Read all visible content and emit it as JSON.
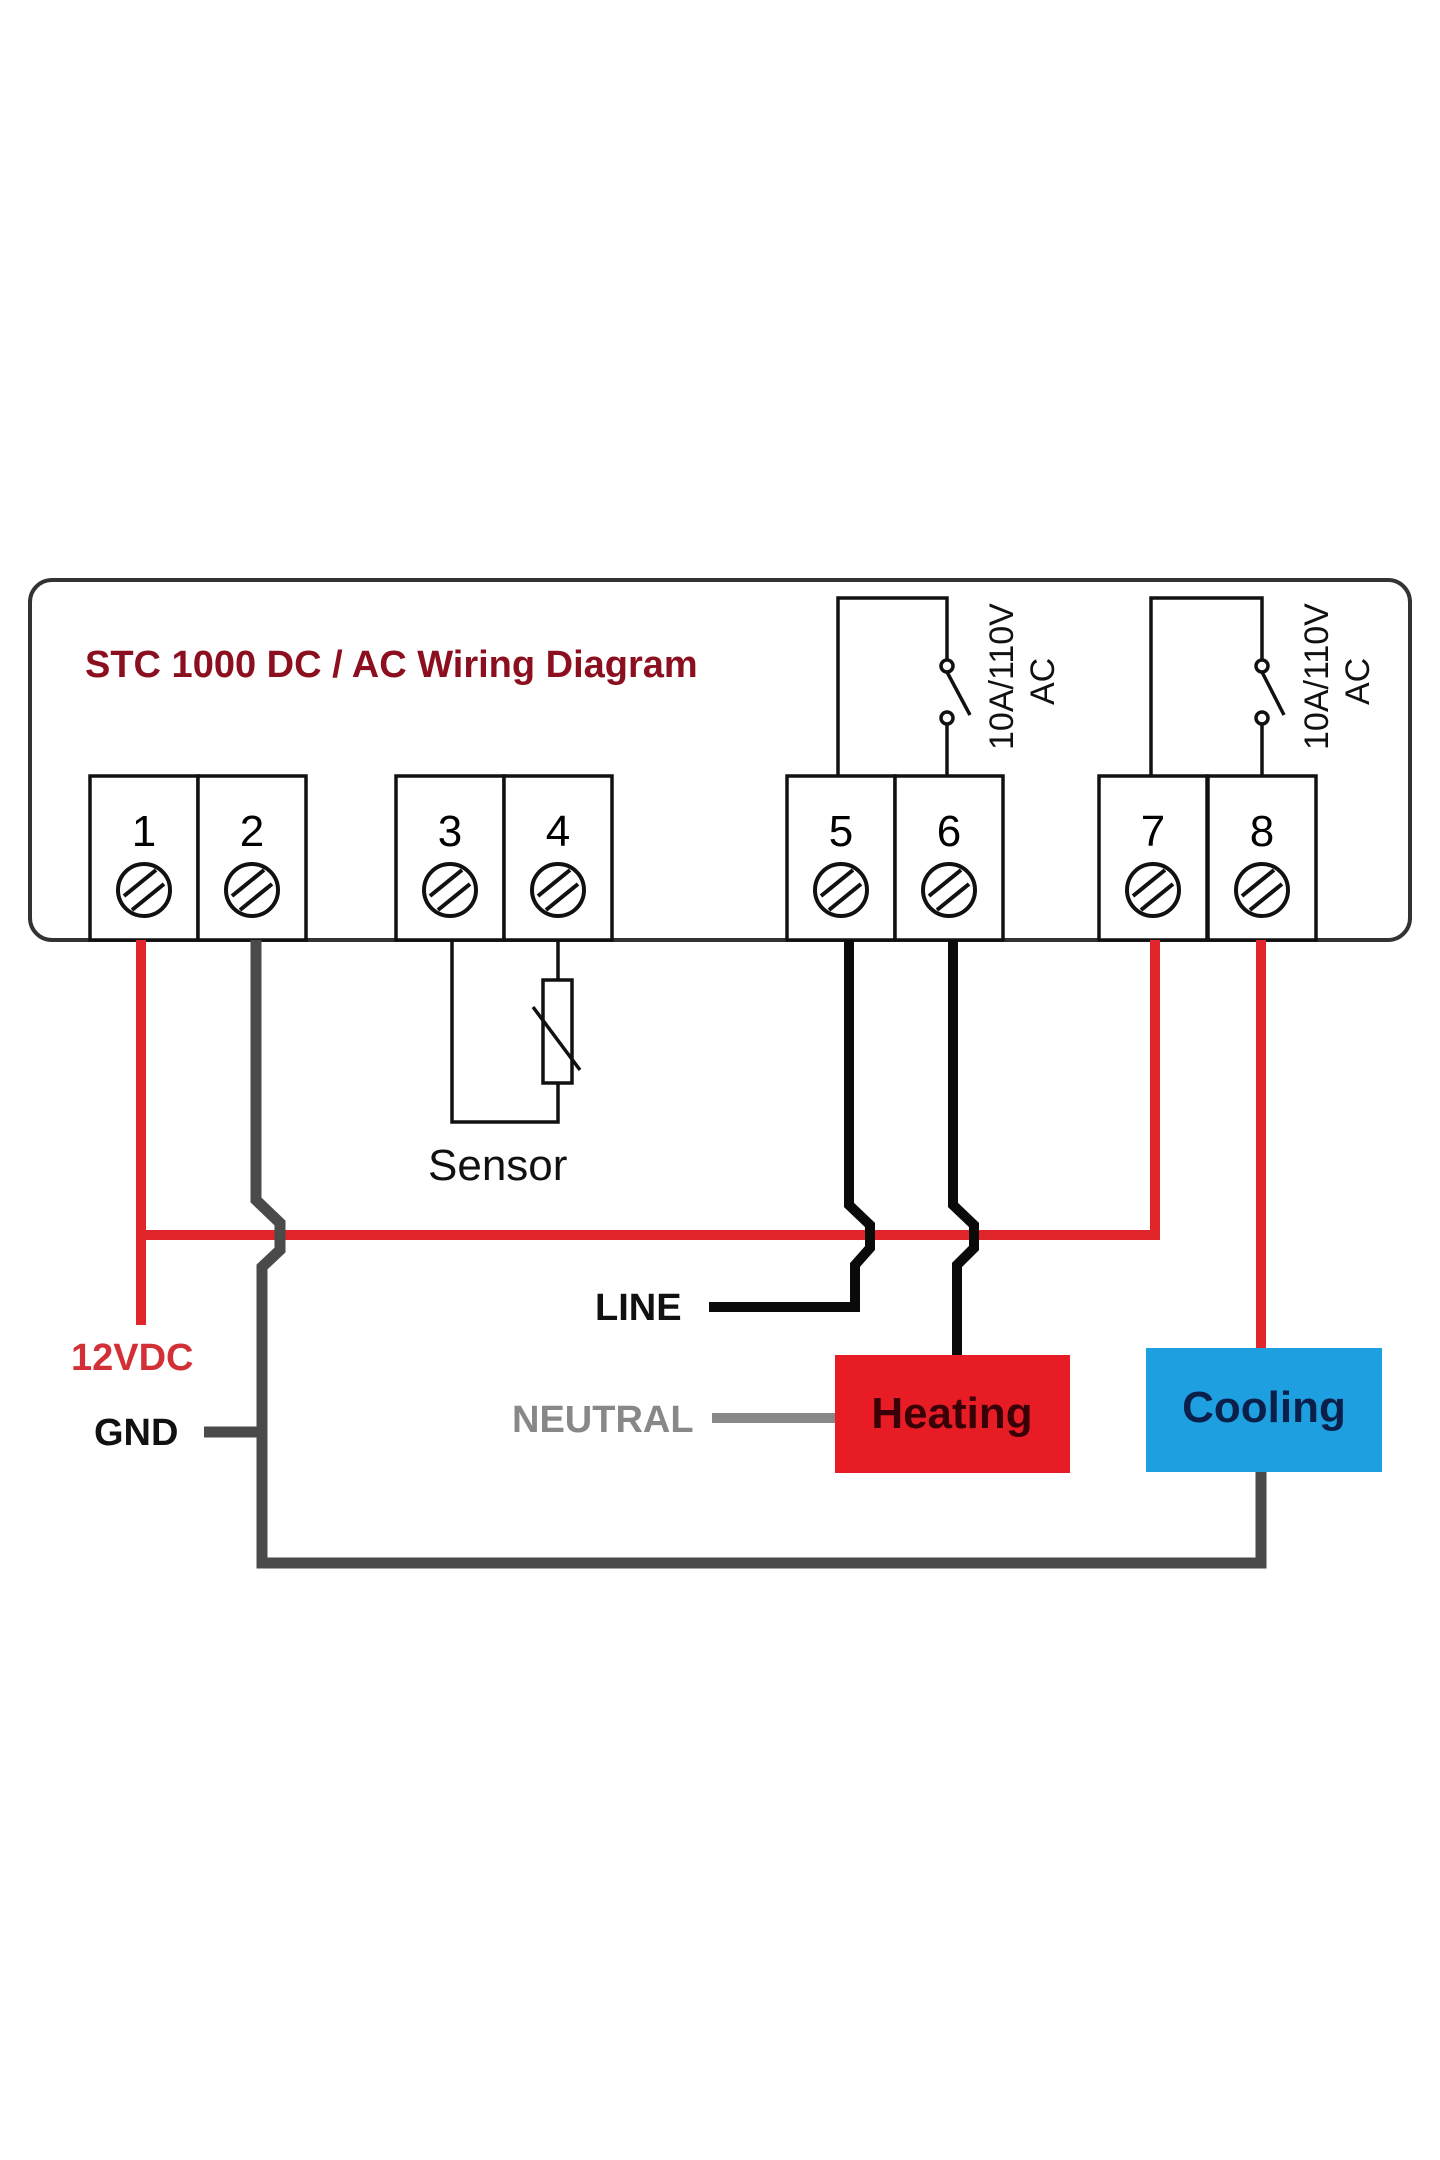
{
  "title": "STC 1000 DC / AC Wiring Diagram",
  "colors": {
    "title": "#8b0f1e",
    "red_wire": "#e0262a",
    "gray_wire": "#4a4a4a",
    "neutral": "#888888",
    "heating": "#e81c24",
    "cooling": "#1ea0e0",
    "cooling_text": "#0a1f4a",
    "heating_text": "#3a0008"
  },
  "terminals": [
    "1",
    "2",
    "3",
    "4",
    "5",
    "6",
    "7",
    "8"
  ],
  "relays": [
    {
      "rating_line1": "10A/110V",
      "rating_line2": "AC"
    },
    {
      "rating_line1": "10A/110V",
      "rating_line2": "AC"
    }
  ],
  "labels": {
    "sensor": "Sensor",
    "vdc": "12VDC",
    "gnd": "GND",
    "line": "LINE",
    "neutral": "NEUTRAL"
  },
  "loads": {
    "heating": "Heating",
    "cooling": "Cooling"
  }
}
